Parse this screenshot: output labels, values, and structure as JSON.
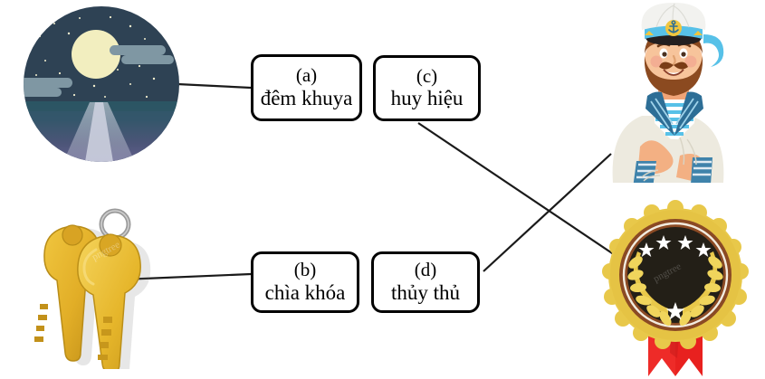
{
  "worksheet": {
    "type": "matching-exercise",
    "labels": [
      {
        "id": "a",
        "tag": "(a)",
        "word": "đêm khuya",
        "picture": "night-sky-illustration"
      },
      {
        "id": "b",
        "tag": "(b)",
        "word": "chìa khóa",
        "picture": "keys-illustration"
      },
      {
        "id": "c",
        "tag": "(c)",
        "word": "huy hiệu",
        "picture": "badge-illustration"
      },
      {
        "id": "d",
        "tag": "(d)",
        "word": "thủy thủ",
        "picture": "sailor-illustration"
      }
    ],
    "pictures": [
      {
        "id": "night-sky-illustration",
        "name": "night sky with moon over water"
      },
      {
        "id": "keys-illustration",
        "name": "pair of golden keys on a ring"
      },
      {
        "id": "sailor-illustration",
        "name": "bearded sailor in uniform and cap"
      },
      {
        "id": "badge-illustration",
        "name": "gold award badge with red ribbons"
      }
    ],
    "connections": [
      {
        "from": "night-sky-illustration",
        "to": "a"
      },
      {
        "from": "keys-illustration",
        "to": "b"
      },
      {
        "from": "c",
        "to": "badge-illustration"
      },
      {
        "from": "d",
        "to": "sailor-illustration"
      }
    ]
  },
  "colors": {
    "line": "#1a1a1a",
    "box_border": "#000000",
    "box_fill": "#ffffff",
    "night_sky": "#2e4254",
    "moon": "#f2eebf",
    "cloud": "#7f97a3",
    "water_top": "#2d5564",
    "water_mid": "#3b5c72",
    "water_bottom": "#5d5b86",
    "moonbeam": "#b9bcd0",
    "key_gold": "#e8b830",
    "key_gold_dark": "#c79620",
    "key_ring": "#9a9a9a",
    "sailor_skin": "#f3b083",
    "sailor_beard": "#8b4a20",
    "sailor_cap": "#f2f2ef",
    "sailor_cap_band": "#57c1e8",
    "sailor_shirt": "#edeadf",
    "sailor_collar": "#2d6e96",
    "badge_gold": "#e8c84a",
    "badge_gold_dark": "#d4a62a",
    "badge_center": "#231f17",
    "badge_ring": "#8b4a24",
    "badge_ribbon": "#ee2b28"
  }
}
